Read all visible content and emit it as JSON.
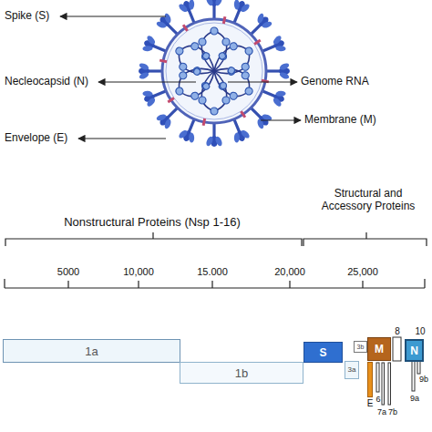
{
  "diagram": {
    "nodes": [
      {
        "text": [
          "1a"
        ]
      },
      {
        "text": [
          "1b"
        ]
      },
      {
        "text": [
          "S"
        ]
      },
      {
        "text": [
          "3b"
        ]
      },
      {
        "text": [
          "3a"
        ]
      },
      {
        "text": [
          "M"
        ]
      },
      {
        "text": [
          "E"
        ]
      },
      {
        "text": [
          "N"
        ]
      }
    ],
    "labels": [
      "Spike (S)",
      "Necleocapsid (N)",
      "Envelope (E)",
      "Genome RNA",
      "Membrane (M)",
      "Nonstructural Proteins (Nsp 1-16)",
      "Structural and Accessory Proteins",
      "5000",
      "10,000",
      "15.000",
      "20,000",
      "25,000",
      "6",
      "7a",
      "7b",
      "8",
      "10",
      "9b",
      "9a"
    ]
  }
}
